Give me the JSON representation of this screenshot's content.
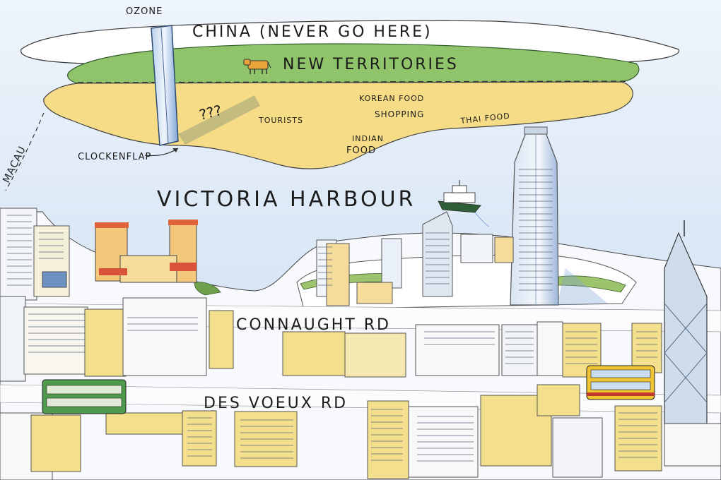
{
  "labels": {
    "ozone": "OZONE",
    "china": "CHINA (NEVER GO HERE)",
    "new_territories": "NEW TERRITORIES",
    "korean_food": "KOREAN FOOD",
    "shopping": "SHOPPING",
    "thai_food": "THAI FOOD",
    "tourists": "TOURISTS",
    "question_marks": "???",
    "indian_food_line1": "INDIAN",
    "indian_food_line2": "FOOD",
    "clockenflap": "CLOCKENFLAP",
    "macau": "MACAU",
    "victoria_harbour": "VICTORIA HARBOUR",
    "connaught_rd": "CONNAUGHT RD",
    "des_voeux_rd": "DES VOEUX RD"
  },
  "colors": {
    "sky": "#eef4fa",
    "mainland_white": "#ffffff",
    "new_territories_green": "#8fc46a",
    "kowloon_yellow": "#f6dc86",
    "water": "#dde9f6",
    "building_yellow": "#f3df8c",
    "building_orange": "#f0a24a",
    "building_blue": "#a9c7e6",
    "road": "#fbfcfe",
    "shadow_blue": "#7fa4d6",
    "tram_green": "#4f9a4c"
  }
}
